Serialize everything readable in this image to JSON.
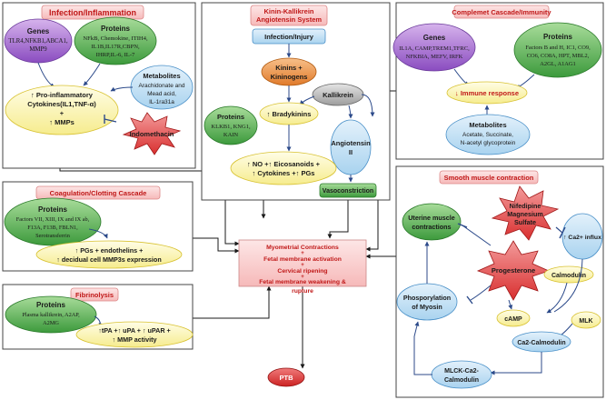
{
  "infection": {
    "title": "Infection/Inflammation",
    "genes_title": "Genes",
    "genes_lines": [
      "TLR4,NFKB1,ABCA1,",
      "MMP9"
    ],
    "proteins_title": "Proteins",
    "proteins_lines": [
      "NFkB, Chemokine, ITIH4,",
      "IL1B,IL17R,CBPN,",
      "IHRP,IL-6, IL-7"
    ],
    "metabolites_title": "Metabolites",
    "metabolites_lines": [
      "Arachidonate and",
      "Mead acid,",
      "IL-1ra31a"
    ],
    "cytokines_lines": [
      "↑ Pro-inflammatory",
      "Cytokines(IL1,TNF-α)",
      "+",
      "↑ MMPs"
    ],
    "indomethacin": "Indomethacin"
  },
  "kinin": {
    "title_lines": [
      "Kinin-Kallikrein",
      "Angiotensin System"
    ],
    "infection_injury": "Infection/Injury",
    "kinins_lines": [
      "Kinins +",
      "Kininogens"
    ],
    "kallikrein": "Kallikrein",
    "bradykinins": "↑ Bradykinins",
    "proteins_title": "Proteins",
    "proteins_lines": [
      "KLKB1, KNG1,",
      "KAIN"
    ],
    "angiotensin_lines": [
      "Angiotensin",
      "II"
    ],
    "no_lines": [
      "↑ NO +↑ Eicosanoids +",
      "↑ Cytokines +↑ PGs"
    ],
    "vasoconstriction": "Vasoconstriction"
  },
  "complement": {
    "title": "Complemet Cascade/Immunity",
    "genes_title": "Genes",
    "genes_lines": [
      "IL1A, CAMP,TREM1,TFRC,",
      "NFKBIA, MEFV, IRFK"
    ],
    "proteins_title": "Proteins",
    "proteins_lines": [
      "Factors B and H, IC1, CO9,",
      "CO6, CO8A, HPT, MBL2,",
      "A2GL, A1AG1"
    ],
    "immune": "↓ Immune response",
    "metabolites_title": "Metabolites",
    "metabolites_lines": [
      "Acetate, Succinate,",
      "N-acetyl glycoprotein"
    ]
  },
  "coagulation": {
    "title": "Coagulation/Clotting Cascade",
    "proteins_title": "Proteins",
    "proteins_lines": [
      "Factors VII, XIII, IX and IX ab,",
      "F13A, F13B, FBLN1,",
      "Serotransferrin"
    ],
    "pgs_lines": [
      "↑ PGs + endothelins +",
      "↑ decidual cell MMP3s expression"
    ]
  },
  "fibrinolysis": {
    "title": "Fibrinolysis",
    "proteins_title": "Proteins",
    "proteins_lines": [
      "Plasma kallikrein, A2AP,",
      "A2MG"
    ],
    "tpa_lines": [
      "↑tPA +↑ uPA + ↑ uPAR +",
      "↑ MMP activity"
    ]
  },
  "center": {
    "lines": [
      "Myometrial Contractions",
      "+",
      "Fetal membrane activation",
      "+",
      "Cervical ripening",
      "+",
      "Fetal membrane weakening &",
      "rupture"
    ],
    "ptb": "PTB"
  },
  "smooth": {
    "title": "Smooth muscle contraction",
    "nifedipine_lines": [
      "Nifedipine",
      "Magnesium",
      "Sulfate"
    ],
    "uterine_lines": [
      "Uterine muscle",
      "contractions"
    ],
    "ca_influx": "↑ Ca2+ influx",
    "progesterone": "Progesterone",
    "calmodulin": "Calmodulin",
    "phospho_lines": [
      "Phosporylation",
      "of Myosin"
    ],
    "camp": "cAMP",
    "mlk": "MLK",
    "ca_calmodulin": "Ca2-Calmodulin",
    "mlck_lines": [
      "MLCK-Ca2-",
      "Calmodulin"
    ]
  }
}
